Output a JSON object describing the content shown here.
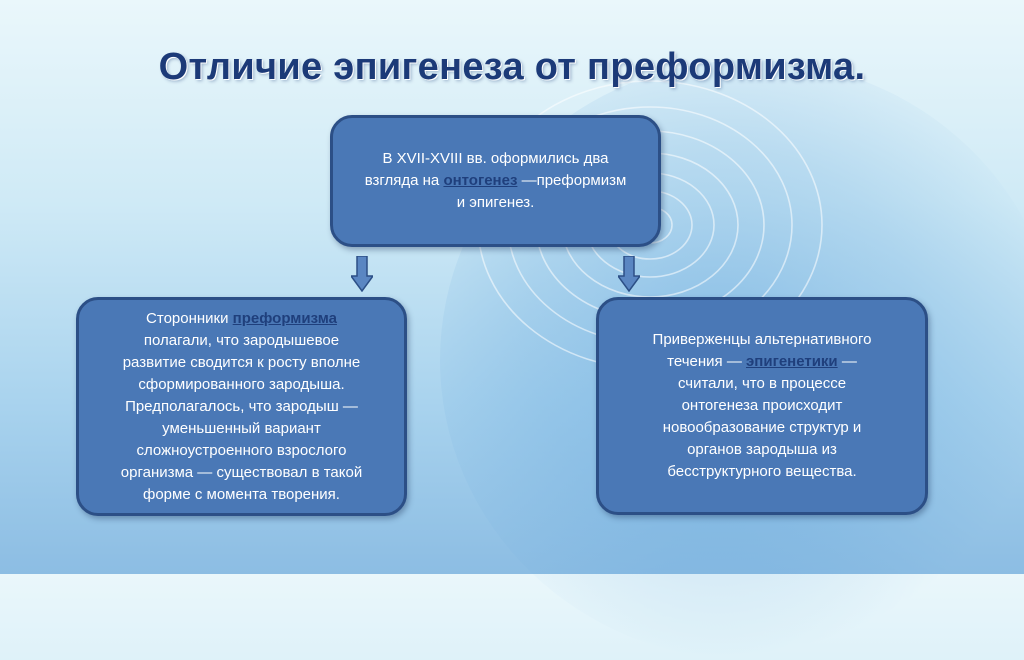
{
  "title": "Отличие эпигенеза от преформизма.",
  "top_box": {
    "line1": "В XVII-XVIII вв. оформились два",
    "line2_pre": "взгляда на ",
    "line2_link": "онтогенез",
    "line2_post": " —преформизм",
    "line3": "и эпигенез."
  },
  "left_box": {
    "line1_pre": "Сторонники ",
    "line1_link": "преформизма",
    "rest": [
      "полагали, что зародышевое",
      "развитие сводится к росту вполне",
      "сформированного зародыша.",
      "Предполагалось, что зародыш —",
      "уменьшенный вариант",
      "сложноустроенного взрослого",
      "организма — существовал в такой",
      "форме с момента творения."
    ]
  },
  "right_box": {
    "line1": "Приверженцы альтернативного",
    "line2_pre": "течения — ",
    "line2_link": "эпигенетики",
    "line2_post": " —",
    "rest": [
      "считали, что в процессе",
      "онтогенеза происходит",
      "новообразование структур и",
      "органов зародыша из",
      "бесструктурного вещества."
    ]
  },
  "colors": {
    "box_fill": "#4a78b6",
    "box_border": "#2c4f86",
    "title": "#1c3a78",
    "link": "#1f3f7c"
  }
}
